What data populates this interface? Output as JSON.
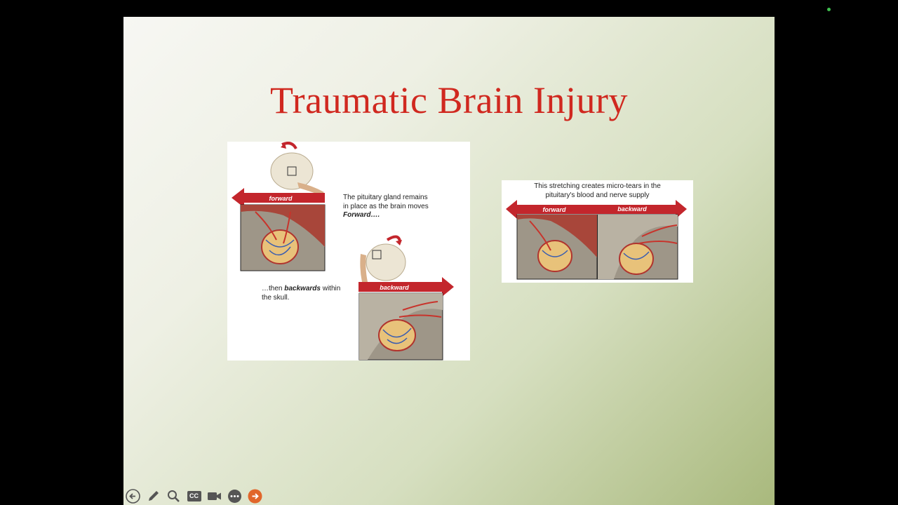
{
  "slide": {
    "title": "Traumatic Brain Injury",
    "figure1": {
      "caption_top_1": "The pituitary gland remains",
      "caption_top_2": "in place as the brain moves",
      "caption_top_3": "Forward….",
      "caption_bottom_1": "…then ",
      "caption_bottom_bold": "backwards",
      "caption_bottom_2": " within",
      "caption_bottom_3": "the skull.",
      "arrow_forward": "forward",
      "arrow_backward": "backward"
    },
    "figure2": {
      "caption_1": "This stretching creates micro-tears in the",
      "caption_2": "pituitary's blood and nerve supply",
      "arrow_forward": "forward",
      "arrow_backward": "backward"
    }
  },
  "controls": {
    "prev_icon": "arrow-left-icon",
    "pen_icon": "pen-icon",
    "zoom_icon": "magnifier-icon",
    "cc_label": "CC",
    "video_icon": "video-camera-icon",
    "more_icon": "ellipsis-icon",
    "next_icon": "arrow-right-icon"
  },
  "colors": {
    "title": "#d0281f",
    "arrow": "#c3262c",
    "next_button": "#e1662a"
  }
}
